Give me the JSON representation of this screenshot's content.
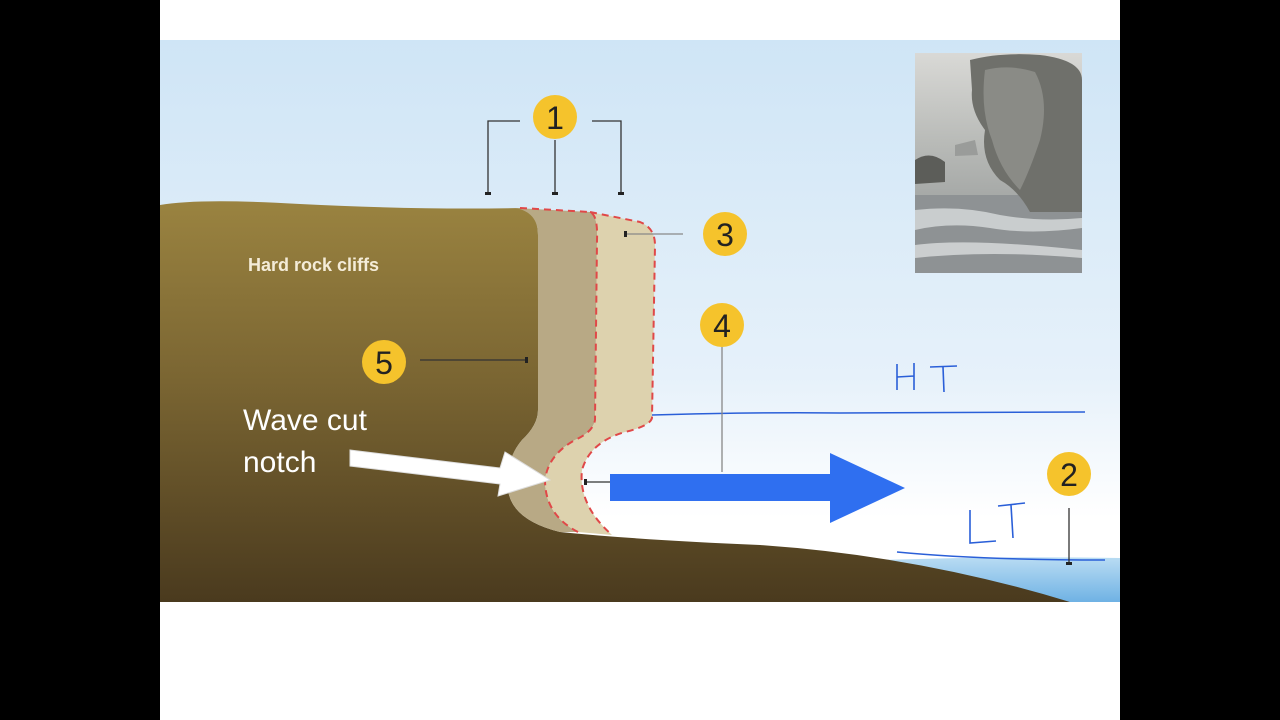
{
  "diagram": {
    "rock_label": "Hard rock cliffs",
    "notch_label_line1": "Wave cut",
    "notch_label_line2": "notch",
    "markers": [
      "1",
      "2",
      "3",
      "4",
      "5"
    ],
    "high_tide_label": "HT",
    "low_tide_label": "LT",
    "colors": {
      "marker": "#f5c32c",
      "arrow": "#2f6ff0",
      "rock_top": "#9a8340",
      "rock_bottom": "#4a3a1e",
      "dashed_boundary": "#e04848",
      "tide_line": "#2a5fd8"
    },
    "photo": "sea-stack-photo"
  }
}
